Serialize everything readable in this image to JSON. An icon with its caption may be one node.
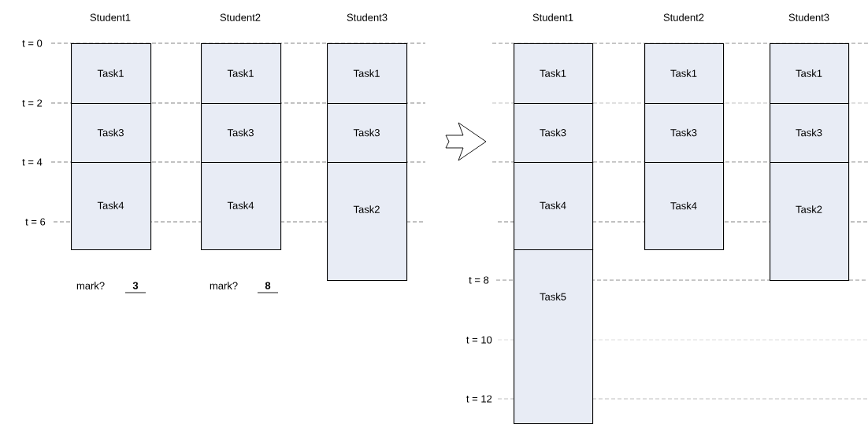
{
  "diagram": {
    "nodes": [
      {
        "text": [
          "Task1"
        ]
      },
      {
        "text": [
          "Task3"
        ]
      },
      {
        "text": [
          "Task4"
        ]
      },
      {
        "text": [
          "Task1"
        ]
      },
      {
        "text": [
          "Task3"
        ]
      },
      {
        "text": [
          "Task4"
        ]
      },
      {
        "text": [
          "Task1"
        ]
      },
      {
        "text": [
          "Task3"
        ]
      },
      {
        "text": [
          "Task2"
        ]
      },
      {
        "text": [
          "Task1"
        ]
      },
      {
        "text": [
          "Task3"
        ]
      },
      {
        "text": [
          "Task4"
        ]
      },
      {
        "text": [
          "Task5"
        ]
      },
      {
        "text": [
          "Task1"
        ]
      },
      {
        "text": [
          "Task3"
        ]
      },
      {
        "text": [
          "Task4"
        ]
      },
      {
        "text": [
          "Task1"
        ]
      },
      {
        "text": [
          "Task3"
        ]
      },
      {
        "text": [
          "Task2"
        ]
      }
    ],
    "labels": [
      "Student1",
      "Student2",
      "Student3",
      "Student1",
      "Student2",
      "Student3",
      "t = 0",
      "t = 2",
      "t = 4",
      "t = 6",
      "mark?",
      "3",
      "mark?",
      "8",
      "t = 8",
      "t = 10",
      "t = 12"
    ]
  }
}
